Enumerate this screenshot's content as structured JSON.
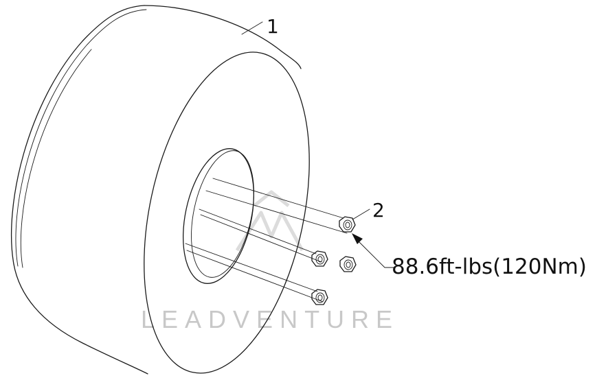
{
  "callouts": {
    "part_1": "1",
    "part_2": "2",
    "torque": "88.6ft-lbs(120Nm)"
  },
  "watermark": {
    "text": "LEADVENTURE",
    "color": "#c8c8c8"
  }
}
